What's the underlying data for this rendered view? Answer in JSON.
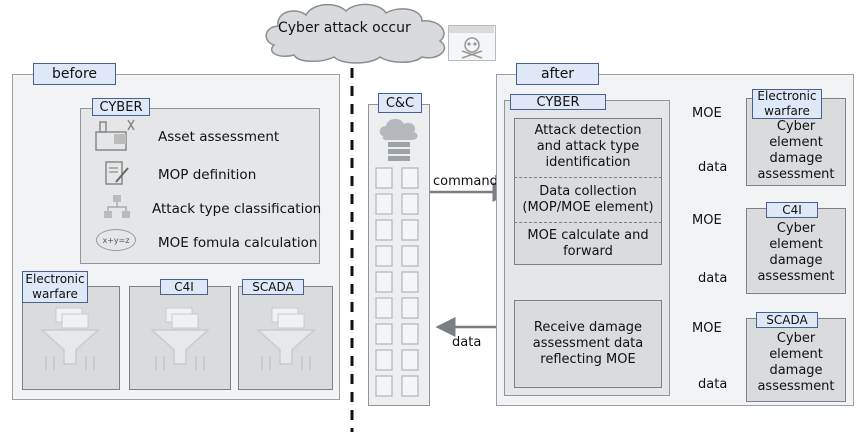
{
  "cloud_label": "Cyber attack occur",
  "before": {
    "label": "before",
    "cyber_label": "CYBER",
    "items": [
      {
        "icon": "factory-icon",
        "text": "Asset assessment"
      },
      {
        "icon": "notepad-pen-icon",
        "text": "MOP definition"
      },
      {
        "icon": "hierarchy-icon",
        "text": "Attack type classification"
      },
      {
        "icon": "formula-speech-icon",
        "text": "MOE fomula calculation"
      }
    ],
    "domains": [
      "Electronic\nwarfare",
      "C4I",
      "SCADA"
    ],
    "formula_glyph": "x+y=z"
  },
  "cc_label": "C&C",
  "after": {
    "label": "after",
    "cyber_label": "CYBER",
    "steps": [
      "Attack detection\nand attack type\nidentification",
      "Data collection\n(MOP/MOE element)",
      "MOE calculate and\nforward"
    ],
    "receive_text": "Receive damage\nassessment data\nreflecting MOE",
    "domains": [
      {
        "label": "Electronic\nwarfare",
        "text": "Cyber\nelement\ndamage\nassessment"
      },
      {
        "label": "C4I",
        "text": "Cyber\nelement\ndamage\nassessment"
      },
      {
        "label": "SCADA",
        "text": "Cyber\nelement\ndamage\nassessment"
      }
    ]
  },
  "arrows": {
    "command": "command",
    "data": "data",
    "moe": "MOE"
  }
}
